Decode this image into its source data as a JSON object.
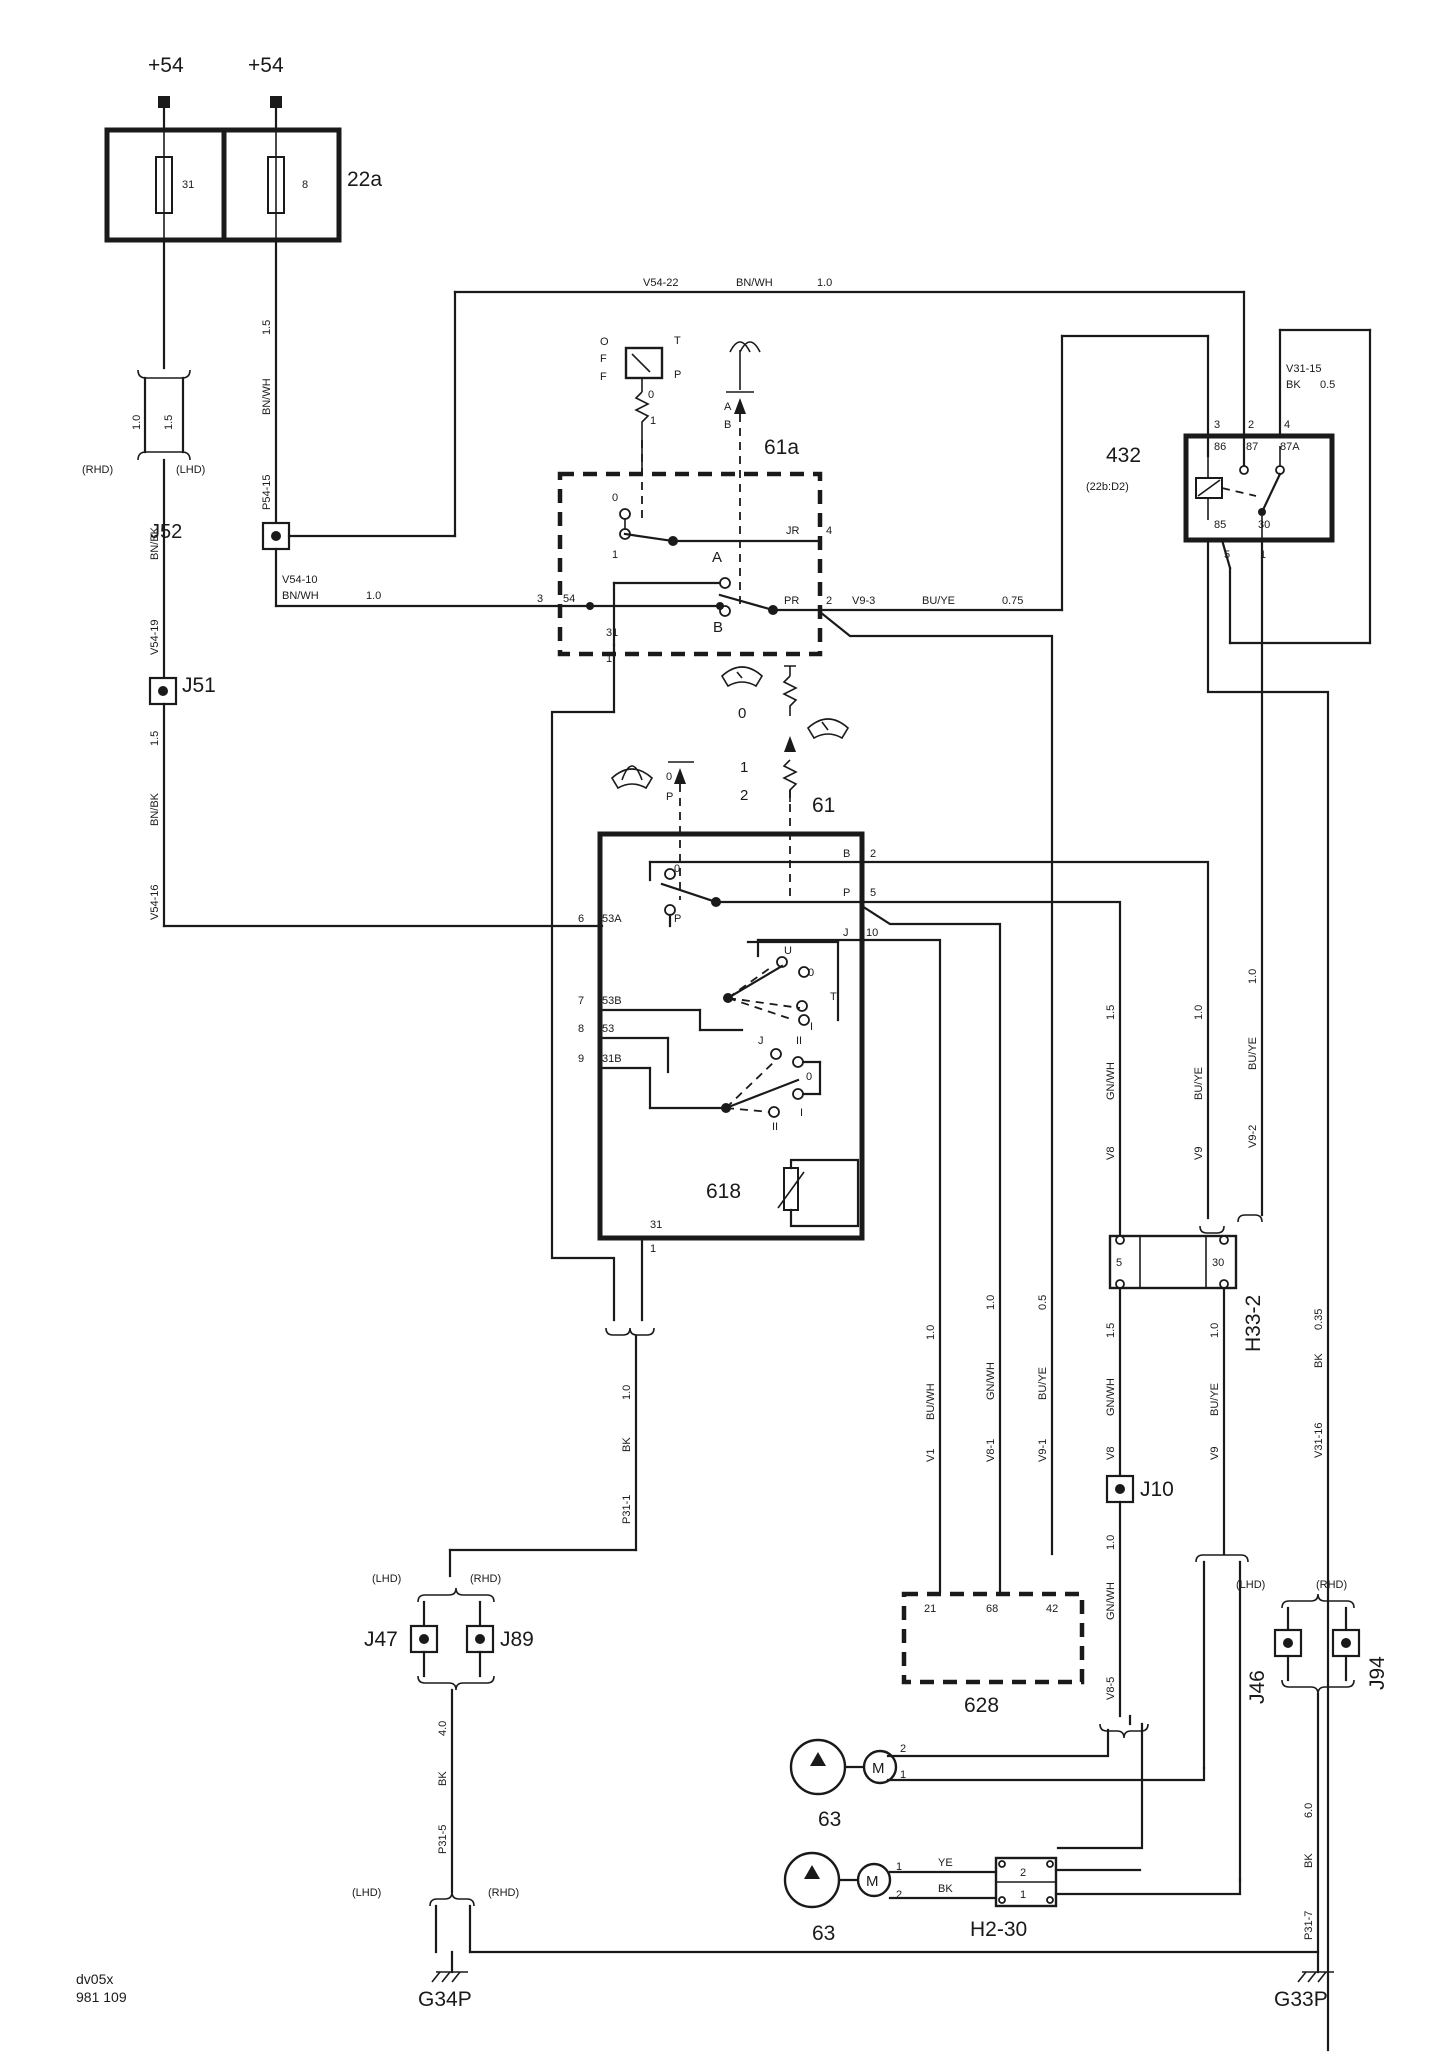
{
  "supply": {
    "left": "+54",
    "right": "+54"
  },
  "fuses": {
    "a": "31",
    "b": "8",
    "block": "22a"
  },
  "connectors": {
    "j52": "J52",
    "j51": "J51",
    "j47": "J47",
    "j89": "J89",
    "j10": "J10",
    "j46": "J46",
    "j94": "J94"
  },
  "side": {
    "rhd": "(RHD)",
    "lhd": "(LHD)"
  },
  "components": {
    "c61a": "61a",
    "c61": "61",
    "c618": "618",
    "c432": "432",
    "c432_ref": "(22b:D2)",
    "c628": "628",
    "c63a": "63",
    "c63b": "63",
    "h33": "H33-2",
    "h230": "H2-30",
    "g34": "G34P",
    "g33": "G33P"
  },
  "wires": {
    "v54_22": "V54-22",
    "bnwh": "BN/WH",
    "w10": "1.0",
    "w15": "1.5",
    "w40": "4.0",
    "w60": "6.0",
    "w05": "0.5",
    "w035": "0.35",
    "w075": "0.75",
    "v31_15": "V31-15",
    "bk": "BK",
    "p54_15": "P54-15",
    "bnbk": "BN/BK",
    "v54_19": "V54-19",
    "v54_16": "V54-16",
    "v54_10": "V54-10",
    "v9_3": "V9-3",
    "buye": "BU/YE",
    "v8": "V8",
    "gnwh": "GN/WH",
    "v9": "V9",
    "v9_2": "V9-2",
    "v9_1": "V9-1",
    "v8_1": "V8-1",
    "v1": "V1",
    "buwh": "BU/WH",
    "v31_16": "V31-16",
    "p31_1": "P31-1",
    "p31_5": "P31-5",
    "p31_7": "P31-7",
    "v8_5": "V8-5",
    "ye": "YE"
  },
  "pins": {
    "sw61a": {
      "p4": "4",
      "p3": "3",
      "p54": "54",
      "jr": "JR",
      "pr": "PR",
      "p2": "2",
      "a": "A",
      "b": "B",
      "p31": "31",
      "p1": "1",
      "s0": "0",
      "s1": "1",
      "off": [
        "O",
        "F",
        "F"
      ],
      "t": "T",
      "p": "P"
    },
    "sw61": {
      "s0": "0",
      "s1": "1",
      "s2": "2",
      "p": "P"
    },
    "sw618": {
      "b": "B",
      "p": "P",
      "j": "J",
      "n2": "2",
      "n5": "5",
      "n10": "10",
      "n6": "6",
      "n53a": "53A",
      "n7": "7",
      "n53b": "53B",
      "n8": "8",
      "n53": "53",
      "n9": "9",
      "n31b": "31B",
      "n31": "31",
      "n1": "1",
      "s0": "0",
      "sp": "P",
      "u": "U",
      "t": "T",
      "ii": "II",
      "i": "I",
      "jj": "J"
    },
    "relay": {
      "n3": "3",
      "n2": "2",
      "n4": "4",
      "n86": "86",
      "n87": "87",
      "n87a": "87A",
      "n85": "85",
      "n30": "30",
      "n5": "5",
      "n1": "1"
    },
    "h33": {
      "n5": "5",
      "n30": "30"
    },
    "c628": {
      "n21": "21",
      "n68": "68",
      "n42": "42"
    },
    "motor": {
      "m": "M",
      "n1": "1",
      "n2": "2"
    }
  },
  "footer": {
    "code": "dv05x",
    "num": "981   109"
  }
}
